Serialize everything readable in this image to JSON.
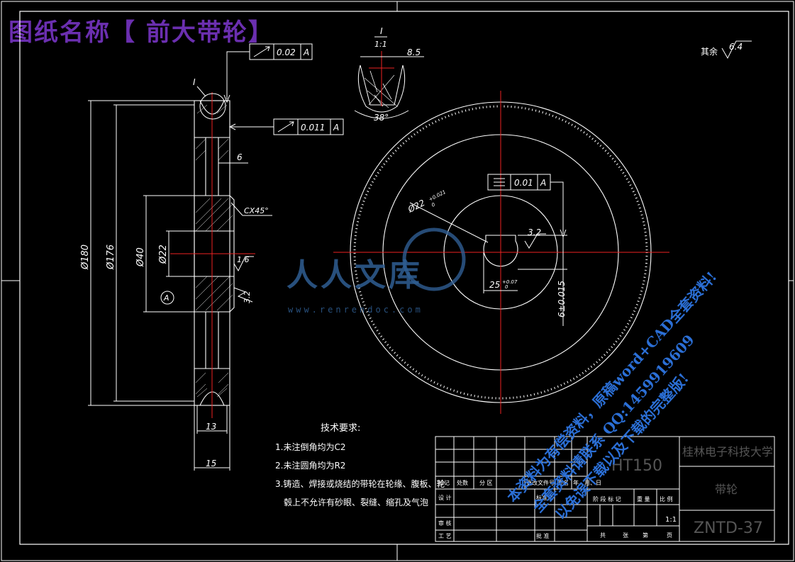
{
  "title_overlay": "图纸名称【 前大带轮】",
  "roughness_other": "其余",
  "roughness_other_value": "6.4",
  "groove_detail": {
    "label": "I",
    "scale": "1:1",
    "dim_width": "8.5",
    "angle": "38°"
  },
  "tolerance_frames": [
    {
      "value": "0.02",
      "datum": "A"
    },
    {
      "value": "0.011",
      "datum": "A"
    },
    {
      "value": "0.01",
      "datum": "A"
    }
  ],
  "section_view": {
    "detail_label": "I",
    "dim_6": "6",
    "chamfer": "CX45°",
    "roughness_1": "1.6",
    "roughness_2": "3.2",
    "datum_label": "A",
    "diameters": [
      "Ø180",
      "Ø176",
      "Ø40",
      "Ø22"
    ],
    "dim_13": "13",
    "dim_15": "15"
  },
  "front_view": {
    "dia_label": "Ø22",
    "dia_tol_upper": "+0.021",
    "dia_tol_lower": "0",
    "key_width": "25",
    "key_tol_upper": "+0.07",
    "key_tol_lower": "0",
    "key_depth": "6±0.015",
    "roughness": "3.2"
  },
  "tech_requirements": {
    "heading": "技术要求:",
    "items": [
      "1.未注倒角均为C2",
      "2.未注圆角均为R2",
      "3.铸造、焊接或烧结的带轮在轮缘、腹板、轮",
      "毂上不允许有砂眼、裂缝、缩孔及气泡"
    ]
  },
  "watermark": {
    "logo": "人人文库",
    "url": "www.renrendoc.com"
  },
  "promo_lines": [
    "本资料为有偿资料，原稿word+CAD全套资料!",
    "全套资料请联系 QQ:1459919609",
    "以免误下载以及下载的完整版!"
  ],
  "title_block": {
    "material": "HT150",
    "school": "桂林电子科技大学",
    "part_name": "带轮",
    "drawing_no": "ZNTD-37",
    "scale": "1:1",
    "labels": {
      "mark": "标记",
      "count": "处数",
      "zone": "分 区",
      "doc_no": "更改文件号",
      "sign": "签名",
      "date": "年、月、日",
      "design": "设 计",
      "standardize": "标准化",
      "stage": "阶 段 标 记",
      "weight": "重 量",
      "ratio": "比 例",
      "review": "审 核",
      "process": "工 艺",
      "approve": "批 准",
      "total": "共",
      "sheets": "张",
      "sheet_no": "第",
      "page": "页"
    }
  }
}
